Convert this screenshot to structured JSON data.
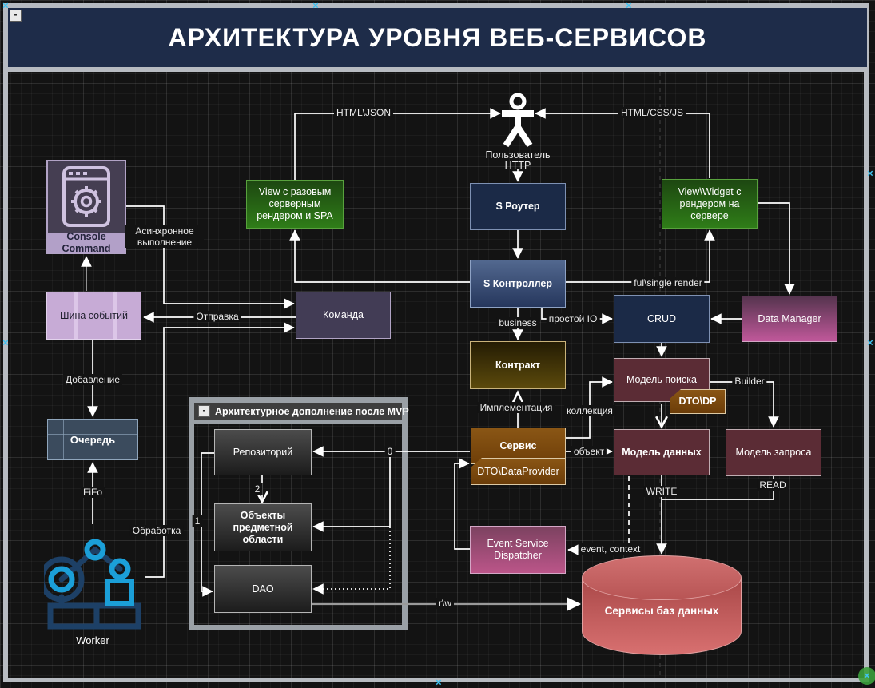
{
  "title": {
    "text": "АРХИТЕКТУРА УРОВНЯ ВЕБ-СЕРВИСОВ",
    "collapse": "-"
  },
  "mvp": {
    "title": "Архитектурное дополнение после MVP",
    "collapse": "-"
  },
  "nodes": {
    "actor": {
      "line1": "Пользователь",
      "line2": "HTTP"
    },
    "view_spa": {
      "label": "View с разовым серверным рендером и SPA"
    },
    "view_widget": {
      "label": "View\\Widget с рендером на сервере"
    },
    "router": {
      "label": "S Роутер"
    },
    "controller": {
      "label": "S Контроллер"
    },
    "contract": {
      "label": "Контракт"
    },
    "service": {
      "label": "Сервис",
      "badge": "DTO\\DataProvider"
    },
    "crud": {
      "label": "CRUD"
    },
    "data_manager": {
      "label": "Data Manager"
    },
    "model_search": {
      "label": "Модель поиска",
      "badge": "DTO\\DP"
    },
    "model_data": {
      "label": "Модель данных"
    },
    "model_query": {
      "label": "Модель запроса"
    },
    "esd": {
      "label": "Event Service Dispatcher"
    },
    "db": {
      "label": "Сервисы баз данных"
    },
    "repo": {
      "label": "Репозиторий"
    },
    "domain_objects": {
      "label": "Объекты предметной области"
    },
    "dao": {
      "label": "DAO"
    },
    "console": {
      "label": "Console Command"
    },
    "event_bus": {
      "label": "Шина событий"
    },
    "queue": {
      "label": "Очередь"
    },
    "worker": {
      "label": "Worker"
    }
  },
  "edge_labels": {
    "html_json": "HTML\\JSON",
    "html_css_js": "HTML/CSS/JS",
    "full_single_render": "ful\\single render",
    "business": "business",
    "simple_io": "простой IO",
    "builder": "Builder",
    "collection": "коллекция",
    "object": "объект",
    "implementation": "Имплементация",
    "write": "WRITE",
    "read": "READ",
    "event_context": "event, context",
    "rw": "r\\w",
    "send": "Отправка",
    "async": "Асинхронное выполнение",
    "processing": "Обработка",
    "adding": "Добавление",
    "fifo": "FiFo",
    "n0": "0",
    "n1": "1",
    "n2": "2"
  },
  "colors": {
    "title_bg": "#1e2c49",
    "frame_border": "#b7bbc1",
    "navy_node": "#1b2a47",
    "green_node": "#2f7d18",
    "gold_node": "#5c4a0c",
    "brown_node": "#8a5615",
    "maroon_node": "#5b2c35",
    "pink_node": "#c0589a",
    "lavender_node": "#c7abd6",
    "slate_node": "#3b4b5d",
    "cylinder_red": "#c45c5c",
    "worker_blue": "#1b9fd8",
    "selection_handle": "#3fc2f0"
  }
}
